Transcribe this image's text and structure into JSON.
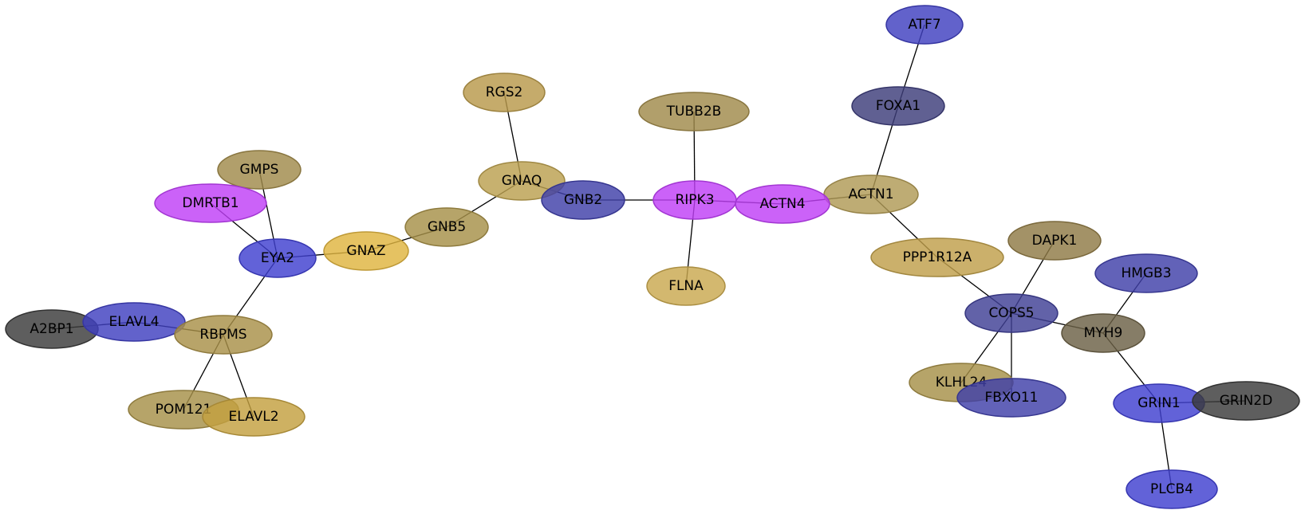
{
  "nodes": [
    {
      "id": "ATF7",
      "label": "ATF7",
      "color": "#3f3fbf"
    },
    {
      "id": "FOXA1",
      "label": "FOXA1",
      "color": "#3d3d7a"
    },
    {
      "id": "RGS2",
      "label": "RGS2",
      "color": "#b8994a"
    },
    {
      "id": "TUBB2B",
      "label": "TUBB2B",
      "color": "#a08a4a"
    },
    {
      "id": "GMPS",
      "label": "GMPS",
      "color": "#a08a4a"
    },
    {
      "id": "GNAQ",
      "label": "GNAQ",
      "color": "#bba04f"
    },
    {
      "id": "ACTN1",
      "label": "ACTN1",
      "color": "#b09a55"
    },
    {
      "id": "DMRTB1",
      "label": "DMRTB1",
      "color": "#bf3ff7"
    },
    {
      "id": "GNB2",
      "label": "GNB2",
      "color": "#3f3fa8"
    },
    {
      "id": "RIPK3",
      "label": "RIPK3",
      "color": "#bf3ff7"
    },
    {
      "id": "ACTN4",
      "label": "ACTN4",
      "color": "#bf3ff7"
    },
    {
      "id": "GNB5",
      "label": "GNB5",
      "color": "#a69048"
    },
    {
      "id": "DAPK1",
      "label": "DAPK1",
      "color": "#8f7a45"
    },
    {
      "id": "GNAZ",
      "label": "GNAZ",
      "color": "#dfb43f"
    },
    {
      "id": "EYA2",
      "label": "EYA2",
      "color": "#3f3fcf"
    },
    {
      "id": "PPP1R12A",
      "label": "PPP1R12A",
      "color": "#bf9f4a"
    },
    {
      "id": "HMGB3",
      "label": "HMGB3",
      "color": "#4040a8"
    },
    {
      "id": "FLNA",
      "label": "FLNA",
      "color": "#c9a84f"
    },
    {
      "id": "COPS5",
      "label": "COPS5",
      "color": "#404095"
    },
    {
      "id": "A2BP1",
      "label": "A2BP1",
      "color": "#3b3b3b"
    },
    {
      "id": "ELAVL4",
      "label": "ELAVL4",
      "color": "#3f3fbf"
    },
    {
      "id": "MYH9",
      "label": "MYH9",
      "color": "#6b6045"
    },
    {
      "id": "RBPMS",
      "label": "RBPMS",
      "color": "#a89048"
    },
    {
      "id": "KLHL24",
      "label": "KLHL24",
      "color": "#a69048"
    },
    {
      "id": "FBXO11",
      "label": "FBXO11",
      "color": "#3f3fa8"
    },
    {
      "id": "GRIN1",
      "label": "GRIN1",
      "color": "#3f3fcf"
    },
    {
      "id": "GRIN2D",
      "label": "GRIN2D",
      "color": "#3b3b3b"
    },
    {
      "id": "POM121",
      "label": "POM121",
      "color": "#a69048"
    },
    {
      "id": "ELAVL2",
      "label": "ELAVL2",
      "color": "#c3a03f"
    },
    {
      "id": "PLCB4",
      "label": "PLCB4",
      "color": "#3f3fcf"
    }
  ],
  "edges": [
    [
      "ATF7",
      "FOXA1"
    ],
    [
      "FOXA1",
      "ACTN1"
    ],
    [
      "ACTN1",
      "PPP1R12A"
    ],
    [
      "PPP1R12A",
      "COPS5"
    ],
    [
      "DAPK1",
      "COPS5"
    ],
    [
      "COPS5",
      "MYH9"
    ],
    [
      "COPS5",
      "KLHL24"
    ],
    [
      "COPS5",
      "FBXO11"
    ],
    [
      "HMGB3",
      "MYH9"
    ],
    [
      "MYH9",
      "GRIN1"
    ],
    [
      "GRIN1",
      "GRIN2D"
    ],
    [
      "GRIN1",
      "PLCB4"
    ],
    [
      "RGS2",
      "GNAQ"
    ],
    [
      "GNAQ",
      "GNB2"
    ],
    [
      "GNAQ",
      "GNB5"
    ],
    [
      "GNB2",
      "RIPK3"
    ],
    [
      "TUBB2B",
      "RIPK3"
    ],
    [
      "RIPK3",
      "ACTN4"
    ],
    [
      "RIPK3",
      "FLNA"
    ],
    [
      "ACTN4",
      "ACTN1"
    ],
    [
      "GNB5",
      "GNAZ"
    ],
    [
      "GNAZ",
      "EYA2"
    ],
    [
      "GMPS",
      "EYA2"
    ],
    [
      "DMRTB1",
      "EYA2"
    ],
    [
      "EYA2",
      "RBPMS"
    ],
    [
      "RBPMS",
      "ELAVL4"
    ],
    [
      "ELAVL4",
      "A2BP1"
    ],
    [
      "RBPMS",
      "POM121"
    ],
    [
      "RBPMS",
      "ELAVL2"
    ]
  ]
}
